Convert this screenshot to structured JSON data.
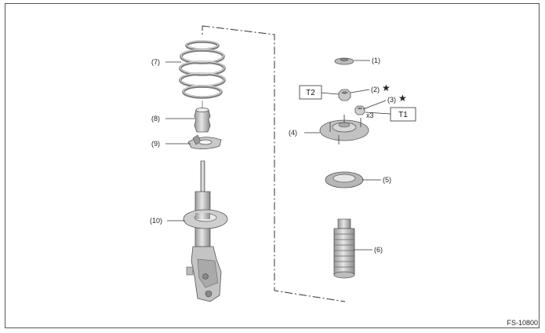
{
  "figure_code": "FS-10800",
  "callouts": [
    {
      "id": "1",
      "text": "(1)"
    },
    {
      "id": "2",
      "text": "(2)"
    },
    {
      "id": "3",
      "text": "(3)"
    },
    {
      "id": "4",
      "text": "(4)"
    },
    {
      "id": "5",
      "text": "(5)"
    },
    {
      "id": "6",
      "text": "(6)"
    },
    {
      "id": "7",
      "text": "(7)"
    },
    {
      "id": "8",
      "text": "(8)"
    },
    {
      "id": "9",
      "text": "(9)"
    },
    {
      "id": "10",
      "text": "(10)"
    }
  ],
  "torque_boxes": {
    "t1": "T1",
    "t2": "T2"
  },
  "quantity_note": "x3",
  "star_symbol": "★",
  "colors": {
    "part_light": "#dcdcdc",
    "part_mid": "#b5b5b5",
    "part_dark": "#8c8c8c",
    "line": "#333333"
  }
}
